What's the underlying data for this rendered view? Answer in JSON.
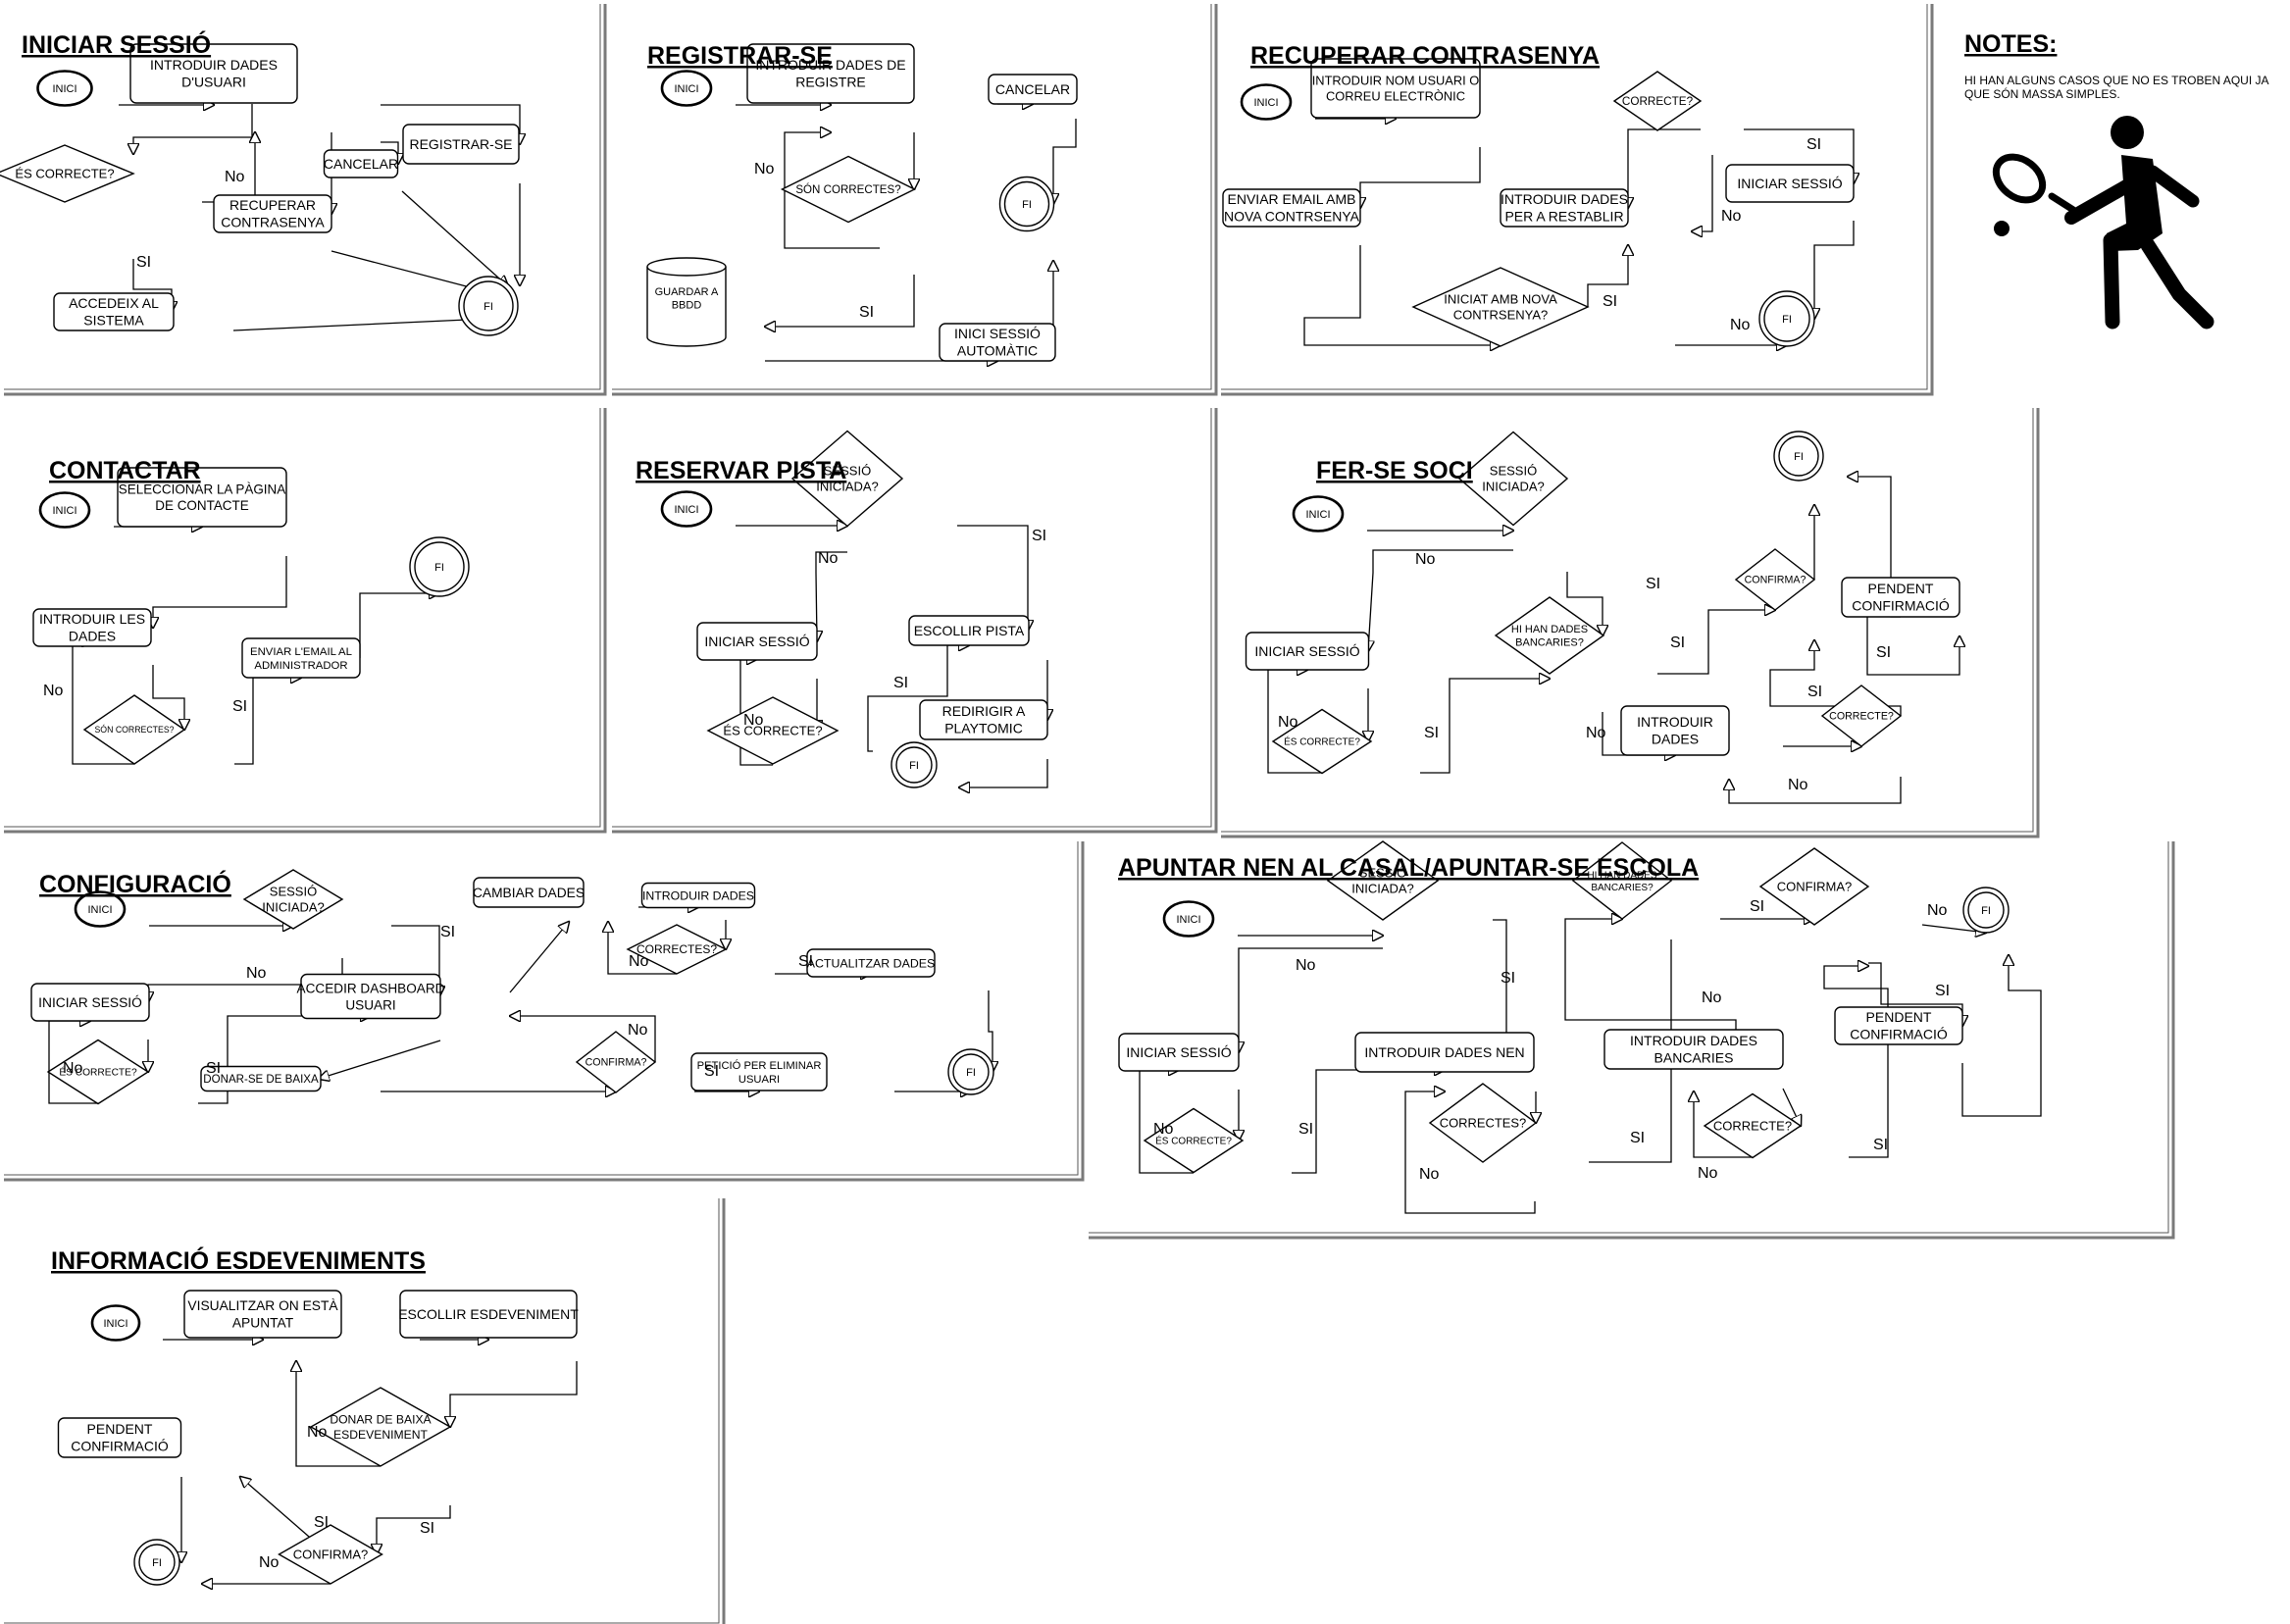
{
  "panels": [
    {
      "id": "iniciar",
      "title": "INICIAR SESSIÓ",
      "nodes": [
        {
          "id": "inici",
          "type": "ellipse",
          "lines": [
            "INICI"
          ]
        },
        {
          "id": "introduir",
          "type": "rect",
          "lines": [
            "INTRODUIR DADES",
            "D'USUARI"
          ]
        },
        {
          "id": "correcte",
          "type": "diamond",
          "lines": [
            "ÉS CORRECTE?"
          ]
        },
        {
          "id": "cancelar",
          "type": "rect",
          "lines": [
            "CANCELAR"
          ]
        },
        {
          "id": "registrar",
          "type": "rect",
          "lines": [
            "REGISTRAR-SE"
          ]
        },
        {
          "id": "recuperar",
          "type": "rect",
          "lines": [
            "RECUPERAR",
            "CONTRASENYA"
          ]
        },
        {
          "id": "accedeix",
          "type": "rect",
          "lines": [
            "ACCEDEIX AL",
            "SISTEMA"
          ]
        },
        {
          "id": "fi",
          "type": "fi",
          "lines": [
            "FI"
          ]
        }
      ],
      "labels": [
        {
          "text": "No"
        },
        {
          "text": "SI"
        }
      ]
    },
    {
      "id": "registrar",
      "title": "REGISTRAR-SE",
      "nodes": [
        {
          "id": "inici",
          "type": "ellipse",
          "lines": [
            "INICI"
          ]
        },
        {
          "id": "introduir",
          "type": "rect",
          "lines": [
            "INTRODUÏR DADES DE",
            "REGISTRE"
          ]
        },
        {
          "id": "cancelar",
          "type": "rect",
          "lines": [
            "CANCELAR"
          ]
        },
        {
          "id": "correctes",
          "type": "diamond",
          "lines": [
            "SÓN CORRECTES?"
          ]
        },
        {
          "id": "fi",
          "type": "fi",
          "lines": [
            "FI"
          ]
        },
        {
          "id": "bbdd",
          "type": "cylinder",
          "lines": [
            "GUARDAR A",
            "BBDD"
          ]
        },
        {
          "id": "automatic",
          "type": "rect",
          "lines": [
            "INICI SESSIÓ",
            "AUTOMÀTIC"
          ]
        }
      ],
      "labels": [
        {
          "text": "No"
        },
        {
          "text": "SI"
        }
      ]
    },
    {
      "id": "recuperar",
      "title": "RECUPERAR CONTRASENYA",
      "nodes": [
        {
          "id": "inici",
          "type": "ellipse",
          "lines": [
            "INICI"
          ]
        },
        {
          "id": "introduir",
          "type": "rect",
          "lines": [
            "INTRODUIR NOM USUARI O",
            "CORREU ELECTRÒNIC"
          ]
        },
        {
          "id": "enviar",
          "type": "rect",
          "lines": [
            "ENVIAR EMAIL AMB",
            "NOVA CONTRSENYA"
          ]
        },
        {
          "id": "correcte",
          "type": "diamond",
          "lines": [
            "CORRECTE?"
          ]
        },
        {
          "id": "introduir2",
          "type": "rect",
          "lines": [
            "INTRODUIR DADES",
            "PER A RESTABLIR"
          ]
        },
        {
          "id": "sessio",
          "type": "rect",
          "lines": [
            "INICIAR SESSIÓ"
          ]
        },
        {
          "id": "iniciat",
          "type": "diamond",
          "lines": [
            "INICIAT AMB NOVA",
            "CONTRSENYA?"
          ]
        },
        {
          "id": "fi",
          "type": "fi",
          "lines": [
            "FI"
          ]
        }
      ],
      "labels": [
        {
          "text": "SI"
        },
        {
          "text": "No"
        },
        {
          "text": "SI"
        },
        {
          "text": "No"
        }
      ]
    },
    {
      "id": "contactar",
      "title": "CONTACTAR",
      "nodes": [
        {
          "id": "inici",
          "type": "ellipse",
          "lines": [
            "INICI"
          ]
        },
        {
          "id": "seleccionar",
          "type": "rect",
          "lines": [
            "SELECCIONAR LA PÀGINA",
            "DE CONTACTE"
          ]
        },
        {
          "id": "fi",
          "type": "fi",
          "lines": [
            "FI"
          ]
        },
        {
          "id": "introduir",
          "type": "rect",
          "lines": [
            "INTRODUIR LES",
            "DADES"
          ]
        },
        {
          "id": "enviar",
          "type": "rect",
          "lines": [
            "ENVIAR L'EMAIL AL",
            "ADMINISTRADOR"
          ]
        },
        {
          "id": "correctes",
          "type": "diamond",
          "lines": [
            "SÓN CORRECTES?"
          ]
        }
      ],
      "labels": [
        {
          "text": "No"
        },
        {
          "text": "SI"
        }
      ]
    },
    {
      "id": "reservar",
      "title": "RESERVAR PISTA",
      "nodes": [
        {
          "id": "inici",
          "type": "ellipse",
          "lines": [
            "INICI"
          ]
        },
        {
          "id": "sessio",
          "type": "diamond",
          "lines": [
            "SESSIÓ",
            "INICIADA?"
          ]
        },
        {
          "id": "iniciar",
          "type": "rect",
          "lines": [
            "INICIAR SESSIÓ"
          ]
        },
        {
          "id": "escollir",
          "type": "rect",
          "lines": [
            "ESCOLLIR PISTA"
          ]
        },
        {
          "id": "correcte",
          "type": "diamond",
          "lines": [
            "ÉS CORRECTE?"
          ]
        },
        {
          "id": "redirigir",
          "type": "rect",
          "lines": [
            "REDIRIGIR A",
            "PLAYTOMIC"
          ]
        },
        {
          "id": "fi",
          "type": "fi",
          "lines": [
            "FI"
          ]
        }
      ],
      "labels": [
        {
          "text": "No"
        },
        {
          "text": "SI"
        },
        {
          "text": "SI"
        },
        {
          "text": "No"
        }
      ]
    },
    {
      "id": "soci",
      "title": "FER-SE SOCI",
      "nodes": [
        {
          "id": "inici",
          "type": "ellipse",
          "lines": [
            "INICI"
          ]
        },
        {
          "id": "sessio",
          "type": "diamond",
          "lines": [
            "SESSIÓ",
            "INICIADA?"
          ]
        },
        {
          "id": "fi",
          "type": "fi",
          "lines": [
            "FI"
          ]
        },
        {
          "id": "iniciar",
          "type": "rect",
          "lines": [
            "INICIAR SESSIÓ"
          ]
        },
        {
          "id": "dades",
          "type": "diamond",
          "lines": [
            "HI HAN DADES",
            "BANCARIES?"
          ]
        },
        {
          "id": "confirma",
          "type": "diamond",
          "lines": [
            "CONFIRMA?"
          ]
        },
        {
          "id": "pendent",
          "type": "rect",
          "lines": [
            "PENDENT",
            "CONFIRMACIÓ"
          ]
        },
        {
          "id": "correcte",
          "type": "diamond",
          "lines": [
            "ÉS CORRECTE?"
          ]
        },
        {
          "id": "introduir",
          "type": "rect",
          "lines": [
            "INTRODUIR",
            "DADES"
          ]
        },
        {
          "id": "correcte2",
          "type": "diamond",
          "lines": [
            "CORRECTE?"
          ]
        }
      ],
      "labels": [
        {
          "text": "No"
        },
        {
          "text": "SI"
        },
        {
          "text": "SI"
        },
        {
          "text": "SI"
        },
        {
          "text": "No"
        },
        {
          "text": "SI"
        },
        {
          "text": "SI"
        },
        {
          "text": "No"
        },
        {
          "text": "No"
        }
      ]
    },
    {
      "id": "config",
      "title": "CONFIGURACIÓ",
      "nodes": [
        {
          "id": "inici",
          "type": "ellipse",
          "lines": [
            "INICI"
          ]
        },
        {
          "id": "sessio",
          "type": "diamond",
          "lines": [
            "SESSIÓ",
            "INICIADA?"
          ]
        },
        {
          "id": "cambiar",
          "type": "rect",
          "lines": [
            "CAMBIAR DADES"
          ]
        },
        {
          "id": "introduir",
          "type": "rect",
          "lines": [
            "INTRODUIR DADES"
          ]
        },
        {
          "id": "correctes",
          "type": "diamond",
          "lines": [
            "CORRECTES?"
          ]
        },
        {
          "id": "actualitzar",
          "type": "rect",
          "lines": [
            "ACTUALITZAR DADES"
          ]
        },
        {
          "id": "iniciar",
          "type": "rect",
          "lines": [
            "INICIAR SESSIÓ"
          ]
        },
        {
          "id": "dashboard",
          "type": "rect",
          "lines": [
            "ACCEDIR DASHBOARD",
            "USUARI"
          ]
        },
        {
          "id": "correcte",
          "type": "diamond",
          "lines": [
            "ÉS CORRECTE?"
          ]
        },
        {
          "id": "baixa",
          "type": "rect",
          "lines": [
            "DONAR-SE DE BAIXA"
          ]
        },
        {
          "id": "confirma",
          "type": "diamond",
          "lines": [
            "CONFIRMA?"
          ]
        },
        {
          "id": "peticio",
          "type": "rect",
          "lines": [
            "PETICIÓ PER ELIMINAR",
            "USUARI"
          ]
        },
        {
          "id": "fi",
          "type": "fi",
          "lines": [
            "FI"
          ]
        }
      ],
      "labels": [
        {
          "text": "SI"
        },
        {
          "text": "No"
        },
        {
          "text": "No"
        },
        {
          "text": "SI"
        },
        {
          "text": "No"
        },
        {
          "text": "SI"
        },
        {
          "text": "No"
        },
        {
          "text": "SI"
        }
      ]
    },
    {
      "id": "casal",
      "title": "APUNTAR NEN AL CASAL/APUNTAR-SE ESCOLA",
      "nodes": [
        {
          "id": "inici",
          "type": "ellipse",
          "lines": [
            "INICI"
          ]
        },
        {
          "id": "sessio",
          "type": "diamond",
          "lines": [
            "SESSIÓ",
            "INICIADA?"
          ]
        },
        {
          "id": "dades",
          "type": "diamond",
          "lines": [
            "HI HAN DADES",
            "BANCARIES?"
          ]
        },
        {
          "id": "confirma",
          "type": "diamond",
          "lines": [
            "CONFIRMA?"
          ]
        },
        {
          "id": "fi",
          "type": "fi",
          "lines": [
            "FI"
          ]
        },
        {
          "id": "pendent",
          "type": "rect",
          "lines": [
            "PENDENT",
            "CONFIRMACIÓ"
          ]
        },
        {
          "id": "iniciar",
          "type": "rect",
          "lines": [
            "INICIAR SESSIÓ"
          ]
        },
        {
          "id": "nen",
          "type": "rect",
          "lines": [
            "INTRODUIR DADES NEN"
          ]
        },
        {
          "id": "bancaries",
          "type": "rect",
          "lines": [
            "INTRODUIR DADES",
            "BANCARIES"
          ]
        },
        {
          "id": "correcte",
          "type": "diamond",
          "lines": [
            "ÉS CORRECTE?"
          ]
        },
        {
          "id": "correctes",
          "type": "diamond",
          "lines": [
            "CORRECTES?"
          ]
        },
        {
          "id": "correcte2",
          "type": "diamond",
          "lines": [
            "CORRECTE?"
          ]
        }
      ],
      "labels": [
        {
          "text": "No"
        },
        {
          "text": "SI"
        },
        {
          "text": "SI"
        },
        {
          "text": "No"
        },
        {
          "text": "No"
        },
        {
          "text": "SI"
        },
        {
          "text": "No"
        },
        {
          "text": "SI"
        },
        {
          "text": "SI"
        },
        {
          "text": "No"
        },
        {
          "text": "SI"
        },
        {
          "text": "No"
        }
      ]
    },
    {
      "id": "esdev",
      "title": "INFORMACIÓ ESDEVENIMENTS",
      "nodes": [
        {
          "id": "inici",
          "type": "ellipse",
          "lines": [
            "INICI"
          ]
        },
        {
          "id": "visualitzar",
          "type": "rect",
          "lines": [
            "VISUALITZAR ON ESTÀ",
            "APUNTAT"
          ]
        },
        {
          "id": "escollir",
          "type": "rect",
          "lines": [
            "ESCOLLIR ESDEVENIMENT"
          ]
        },
        {
          "id": "donar",
          "type": "diamond",
          "lines": [
            "DONAR DE BAIXA",
            "ESDEVENIMENT"
          ]
        },
        {
          "id": "pendent",
          "type": "rect",
          "lines": [
            "PENDENT",
            "CONFIRMACIÓ"
          ]
        },
        {
          "id": "confirma",
          "type": "diamond",
          "lines": [
            "CONFIRMA?"
          ]
        },
        {
          "id": "fi",
          "type": "fi",
          "lines": [
            "FI"
          ]
        }
      ],
      "labels": [
        {
          "text": "No"
        },
        {
          "text": "SI"
        },
        {
          "text": "SI"
        },
        {
          "text": "No"
        }
      ]
    }
  ],
  "notes": {
    "title": "NOTES:",
    "lines": [
      "HI HAN ALGUNS CASOS QUE NO ES TROBEN AQUI JA",
      "QUE SÓN MASSA SIMPLES."
    ],
    "icon": "tennis-player-icon"
  }
}
